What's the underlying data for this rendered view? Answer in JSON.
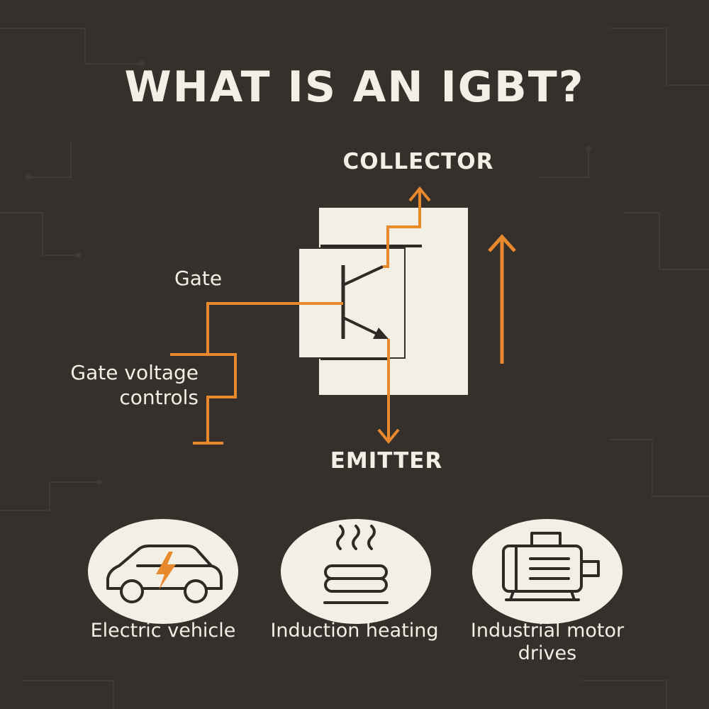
{
  "title": "WHAT IS AN IGBT?",
  "terminals": {
    "collector": "COLLECTOR",
    "emitter": "EMITTER",
    "gate": "Gate"
  },
  "gate_note": "Gate voltage controls",
  "applications": [
    {
      "label": "Electric vehicle",
      "icon": "electric-car-icon"
    },
    {
      "label": "Induction heating",
      "icon": "induction-heating-icon"
    },
    {
      "label": "Industrial motor drives",
      "icon": "electric-motor-icon"
    }
  ],
  "colors": {
    "background": "#35302b",
    "panel": "#f4efe4",
    "accent": "#e8892e",
    "line": "#2e2a26",
    "text": "#f4efe4"
  }
}
